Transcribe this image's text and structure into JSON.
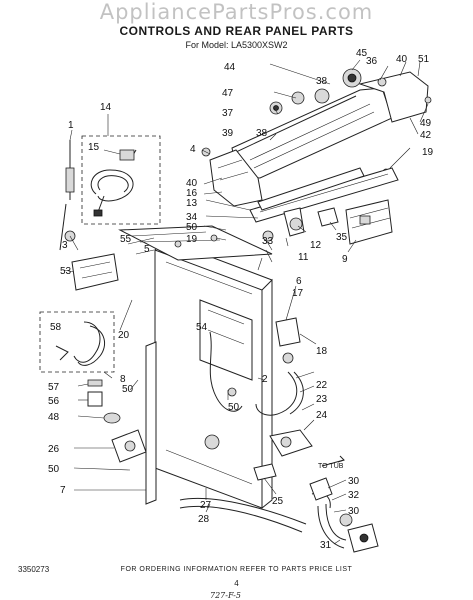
{
  "watermark": "AppliancePartsPros.com",
  "title": "CONTROLS AND REAR PANEL PARTS",
  "model": "For Model: LA5300XSW2",
  "footer_note": "FOR ORDERING INFORMATION REFER TO PARTS PRICE LIST",
  "doc_number": "3350273",
  "page_number": "4",
  "handwritten_mark": "727-F-5",
  "flow_label": "TO TUB",
  "part_numbers": [
    "1",
    "2",
    "3",
    "4",
    "5",
    "6",
    "7",
    "8",
    "9",
    "11",
    "12",
    "13",
    "14",
    "15",
    "16",
    "17",
    "18",
    "19",
    "20",
    "22",
    "23",
    "24",
    "25",
    "26",
    "27",
    "28",
    "30",
    "31",
    "32",
    "33",
    "34",
    "35",
    "36",
    "37",
    "38",
    "39",
    "40",
    "42",
    "44",
    "45",
    "47",
    "48",
    "49",
    "50",
    "51",
    "53",
    "54",
    "55",
    "56",
    "57",
    "58"
  ]
}
